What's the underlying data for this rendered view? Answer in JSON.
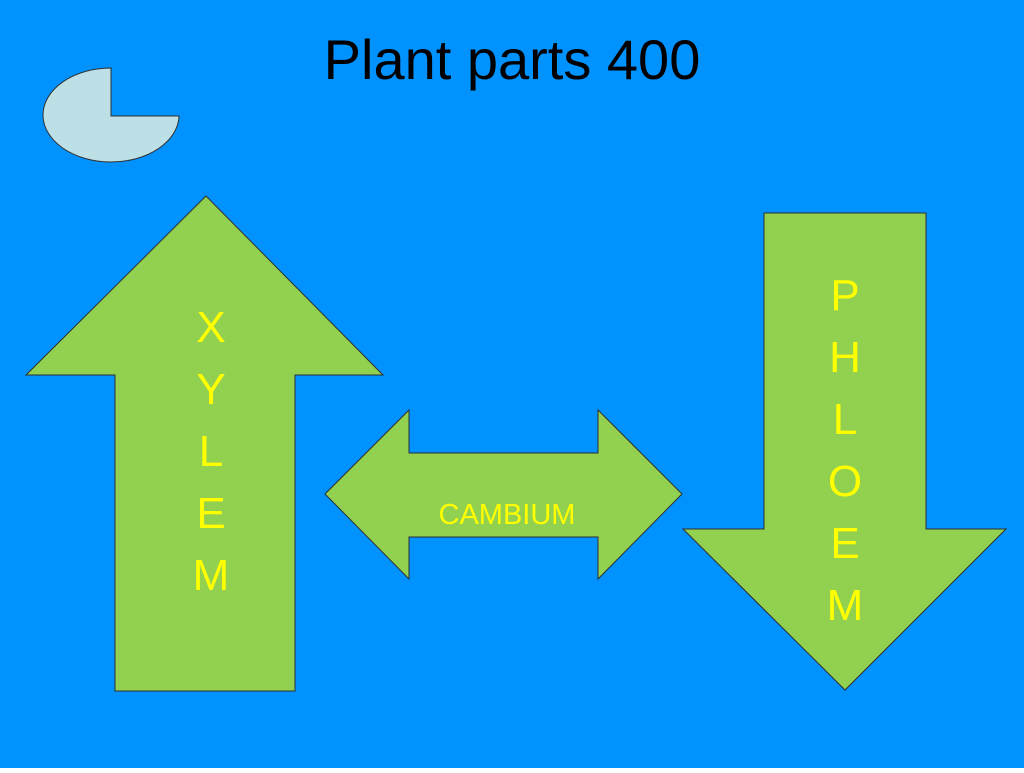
{
  "slide": {
    "title": "Plant parts 400",
    "background_color": "#0092FF",
    "timer_icon": "pie-timer-icon",
    "timer_fill_color": "#BDE0E6",
    "arrow_fill_color": "#92D050",
    "xylem_text_color": "#FFFF00",
    "cambium_text_color": "#FFFF00",
    "phloem_text_color": "#FFFF00"
  },
  "diagram": {
    "xylem": {
      "direction": "up",
      "letters": [
        "X",
        "Y",
        "L",
        "E",
        "M"
      ]
    },
    "cambium": {
      "direction": "left-right",
      "label": "CAMBIUM"
    },
    "phloem": {
      "direction": "down",
      "letters": [
        "P",
        "H",
        "L",
        "O",
        "E",
        "M"
      ]
    }
  }
}
